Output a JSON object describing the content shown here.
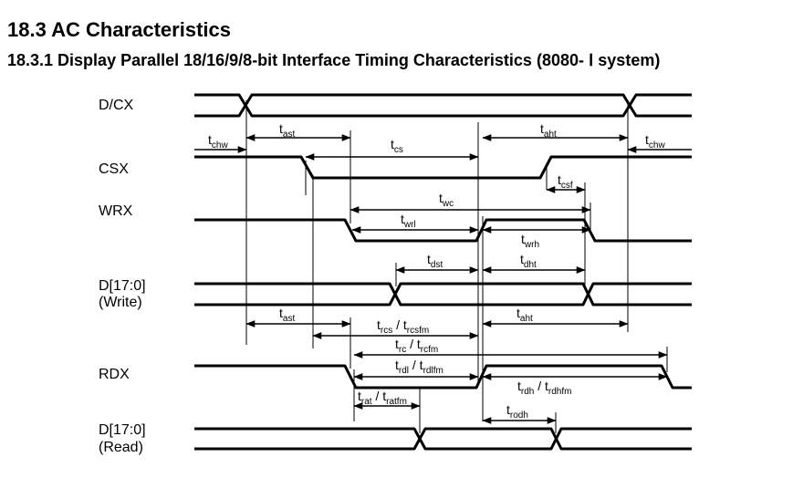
{
  "header": {
    "section_title": "18.3  AC Characteristics",
    "subsection_title": "18.3.1 Display Parallel 18/16/9/8-bit Interface Timing Characteristics (8080- Ⅰ system)"
  },
  "signals": {
    "dcx": "D/CX",
    "csx": "CSX",
    "wrx": "WRX",
    "d_write_line1": "D[17:0]",
    "d_write_line2": "(Write)",
    "rdx": "RDX",
    "d_read_line1": "D[17:0]",
    "d_read_line2": "(Read)"
  },
  "timing_params": {
    "tast": {
      "base": "t",
      "sub": "ast"
    },
    "taht": {
      "base": "t",
      "sub": "aht"
    },
    "tchw": {
      "base": "t",
      "sub": "chw"
    },
    "tcs": {
      "base": "t",
      "sub": "cs"
    },
    "tcsf": {
      "base": "t",
      "sub": "csf"
    },
    "twc": {
      "base": "t",
      "sub": "wc"
    },
    "twrl": {
      "base": "t",
      "sub": "wrl"
    },
    "twrh": {
      "base": "t",
      "sub": "wrh"
    },
    "tdst": {
      "base": "t",
      "sub": "dst"
    },
    "tdht": {
      "base": "t",
      "sub": "dht"
    },
    "trcs_base": "t",
    "trcs_sub": "rcs",
    "trcsfm_base": " / t",
    "trcsfm_sub": "rcsfm",
    "trc_base": "t",
    "trc_sub": "rc",
    "trcfm_base": " / t",
    "trcfm_sub": "rcfm",
    "trdl_base": "t",
    "trdl_sub": "rdl",
    "trdlfm_base": " / t",
    "trdlfm_sub": "rdlfm",
    "trdh_base": "t",
    "trdh_sub": "rdh",
    "trdhfm_base": " / t",
    "trdhfm_sub": "rdhfm",
    "trat_base": "t",
    "trat_sub": "rat",
    "tratfm_base": " / t",
    "tratfm_sub": "ratfm",
    "trodh": {
      "base": "t",
      "sub": "rodh"
    }
  }
}
